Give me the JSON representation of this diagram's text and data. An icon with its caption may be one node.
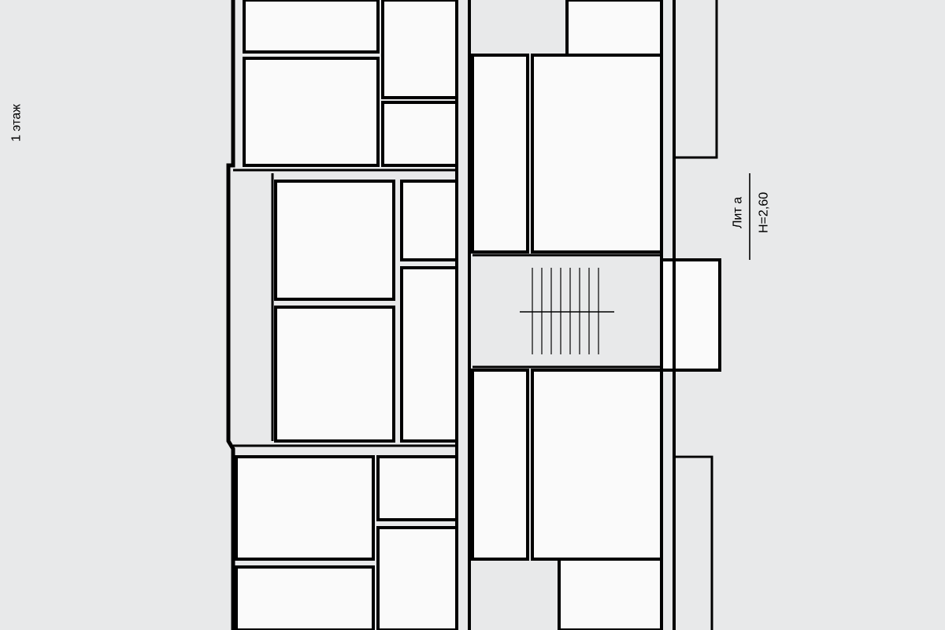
{
  "diagram": {
    "labels": [
      "1 этаж",
      "Лит а",
      "Н=2,60"
    ]
  }
}
